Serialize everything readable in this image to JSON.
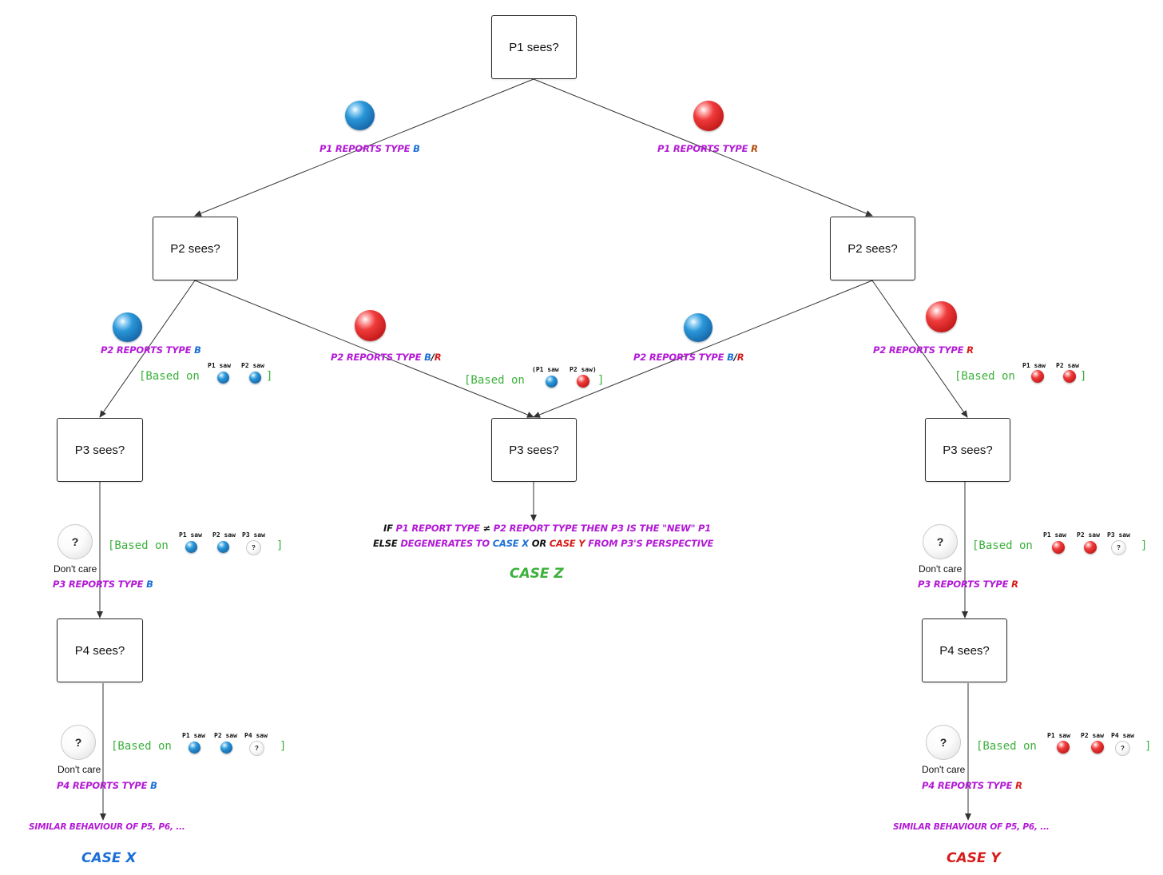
{
  "colors": {
    "magenta": "#b31ad6",
    "blue": "#1a6fd6",
    "red": "#d81b1b",
    "green": "#3cb03c",
    "black": "#111111"
  },
  "nodes": {
    "p1": "P1 sees?",
    "p2_left": "P2 sees?",
    "p2_right": "P2 sees?",
    "p3_left": "P3 sees?",
    "p3_mid": "P3 sees?",
    "p3_right": "P3 sees?",
    "p4_left": "P4 sees?",
    "p4_right": "P4 sees?"
  },
  "labels": {
    "p1_b": {
      "pre": "P1 REPORTS TYPE ",
      "type": "B"
    },
    "p1_r": {
      "pre": "P1 REPORTS TYPE ",
      "type": "R"
    },
    "p2_b": {
      "pre": "P2 REPORTS TYPE ",
      "type": "B"
    },
    "p2_br_left": {
      "pre": "P2 REPORTS TYPE ",
      "b": "B",
      "slash": "/",
      "r": "R"
    },
    "p2_br_right": {
      "pre": "P2 REPORTS TYPE ",
      "b": "B",
      "slash": "/",
      "r": "R"
    },
    "p2_r": {
      "pre": "P2 REPORTS TYPE ",
      "type": "R"
    },
    "p3_b": {
      "pre": "P3 REPORTS TYPE ",
      "type": "B"
    },
    "p3_r": {
      "pre": "P3 REPORTS TYPE ",
      "type": "R"
    },
    "p4_b": {
      "pre": "P4 REPORTS TYPE ",
      "type": "B"
    },
    "p4_r": {
      "pre": "P4 REPORTS TYPE ",
      "type": "R"
    }
  },
  "based": {
    "open": "[Based on",
    "close": "]",
    "p1_saw": "P1 saw",
    "p2_saw": "P2 saw",
    "p3_saw": "P3 saw",
    "p4_saw": "P4 saw",
    "mid_open": "(P1 saw",
    "mid_close": "P2 saw)"
  },
  "dont_care": "Don't care",
  "question": "?",
  "case_z_text": {
    "if": "IF ",
    "p1_report": "P1 REPORT TYPE",
    "neq": " ≠ ",
    "p2_report": "P2 REPORT TYPE",
    "then": " THEN P3 IS THE \"NEW\" P1",
    "else": "ELSE ",
    "degenerates": "DEGENERATES TO ",
    "case_x": "CASE X",
    "or": " OR ",
    "case_y": "CASE Y",
    "perspective": "  FROM P3'S PERSPECTIVE"
  },
  "similar": "SIMILAR BEHAVIOUR OF P5, P6, ...",
  "cases": {
    "x": "CASE X",
    "y": "CASE Y",
    "z": "CASE Z"
  }
}
